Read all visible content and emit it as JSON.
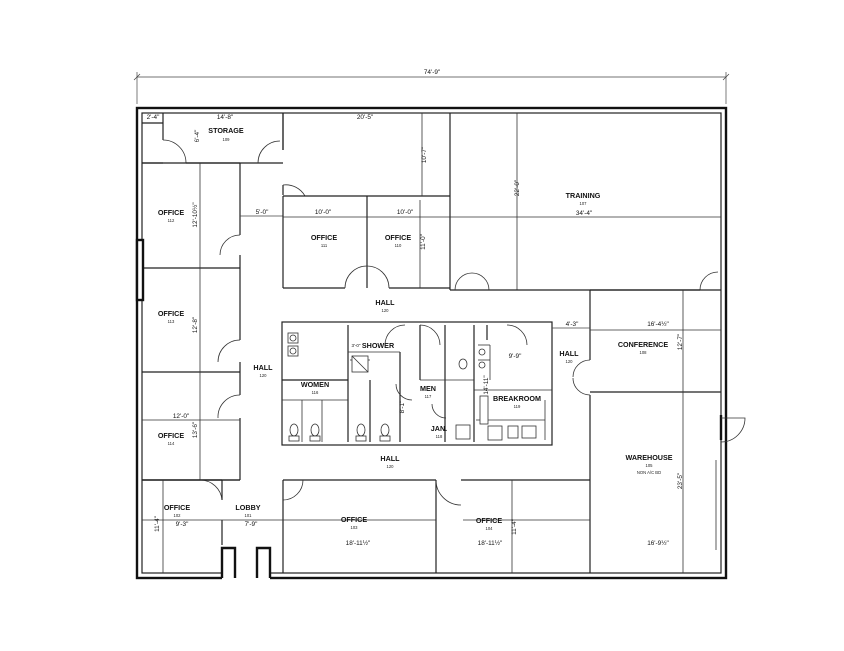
{
  "overall_dimension": "74'-9\"",
  "rooms": {
    "storage": {
      "name": "STORAGE",
      "number": "109"
    },
    "training": {
      "name": "TRAINING",
      "number": "107"
    },
    "office112": {
      "name": "OFFICE",
      "number": "112"
    },
    "office111": {
      "name": "OFFICE",
      "number": "111"
    },
    "office110": {
      "name": "OFFICE",
      "number": "110"
    },
    "office113": {
      "name": "OFFICE",
      "number": "113"
    },
    "office114": {
      "name": "OFFICE",
      "number": "114"
    },
    "hall_top": {
      "name": "HALL",
      "number": "120"
    },
    "hall_left": {
      "name": "HALL",
      "number": "120"
    },
    "hall_right": {
      "name": "HALL",
      "number": "120"
    },
    "hall_bottom": {
      "name": "HALL",
      "number": "120"
    },
    "shower": {
      "name": "SHOWER"
    },
    "women": {
      "name": "WOMEN",
      "number": "116"
    },
    "men": {
      "name": "MEN",
      "number": "117"
    },
    "janitor": {
      "name": "JAN.",
      "number": "118"
    },
    "breakroom": {
      "name": "BREAKROOM",
      "number": "119"
    },
    "conference": {
      "name": "CONFERENCE",
      "number": "108"
    },
    "warehouse": {
      "name": "WAREHOUSE",
      "number": "105",
      "note": "NON A/C BD"
    },
    "office102": {
      "name": "OFFICE",
      "number": "102"
    },
    "lobby": {
      "name": "LOBBY",
      "number": "101"
    },
    "office103": {
      "name": "OFFICE",
      "number": "103"
    },
    "office104": {
      "name": "OFFICE",
      "number": "104"
    }
  },
  "dimensions": {
    "storage_small": "2'-4\"",
    "storage_width": "14'-8\"",
    "storage_depth": "6'-4\"",
    "office_top_width": "20'-5\"",
    "office_top_depth": "10'-7\"",
    "training_depth": "22'-0\"",
    "training_width": "34'-4\"",
    "office112_depth": "12'-10½\"",
    "corridor_width": "5'-0\"",
    "office111_width": "10'-0\"",
    "office110_width": "10'-0\"",
    "office110_depth": "11'-0\"",
    "office113_depth": "12'-8\"",
    "office114_width": "12'-0\"",
    "office114_depth": "13'-6\"",
    "hall_right_width": "4'-3\"",
    "conference_width": "16'-4½\"",
    "conference_depth": "12'-7\"",
    "men_width": "9'-9\"",
    "men_depth": "14'-11\"",
    "women_depth": "8'-1\"",
    "shower_small": "3'-0\"",
    "office102_depth": "11'-4\"",
    "office102_width": "9'-3\"",
    "lobby_width": "7'-9\"",
    "office103_width": "18'-11½\"",
    "office104_width": "18'-11½\"",
    "office104_depth": "11'-4\"",
    "warehouse_depth": "23'-5\"",
    "warehouse_width": "16'-9½\""
  }
}
